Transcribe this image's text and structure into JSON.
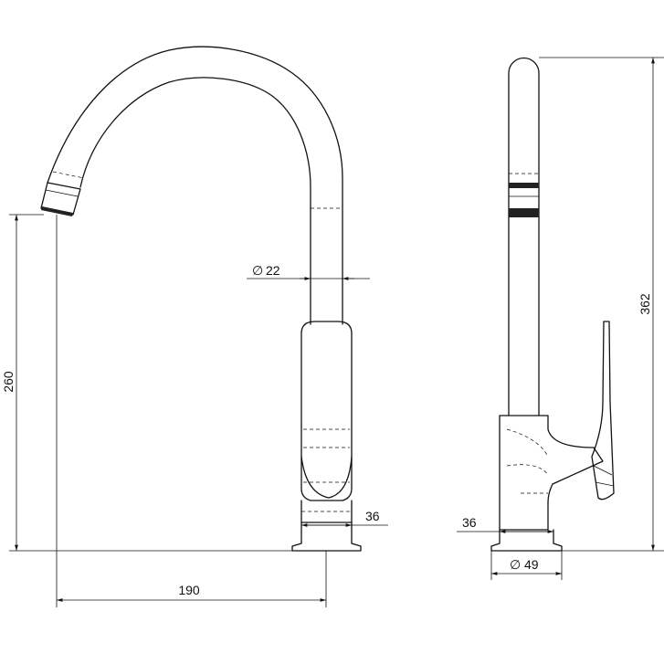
{
  "dimensions": {
    "height_total_left": "260",
    "reach": "190",
    "spout_tube_diameter": "22",
    "base_width_front": "36",
    "base_width_side": "36",
    "base_diameter": "49",
    "height_total_side": "362"
  },
  "symbols": {
    "diameter": "∅"
  }
}
